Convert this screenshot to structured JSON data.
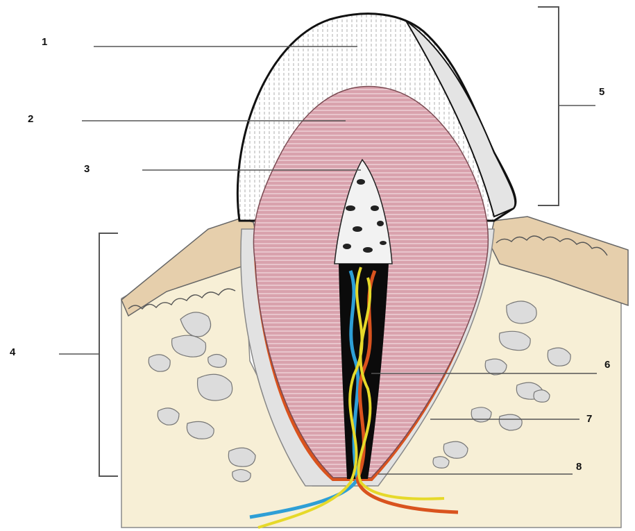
{
  "labels": {
    "l1": "1",
    "l2": "2",
    "l3": "3",
    "l4": "4",
    "l5": "5",
    "l6": "6",
    "l7": "7",
    "l8": "8"
  },
  "colors": {
    "enamel": "#ffffff",
    "dentin": "#d9a2ad",
    "dentin_line": "#f3dde2",
    "pulp_chamber": "#f2f2f2",
    "root_canal": "#0b0b0b",
    "artery": "#d9531e",
    "vein": "#2e9fd6",
    "nerve": "#e6d92a",
    "gum": "#e6cfac",
    "bone": "#f7efd6",
    "bone_space": "#dcdcdc",
    "leader_line": "#555555"
  }
}
